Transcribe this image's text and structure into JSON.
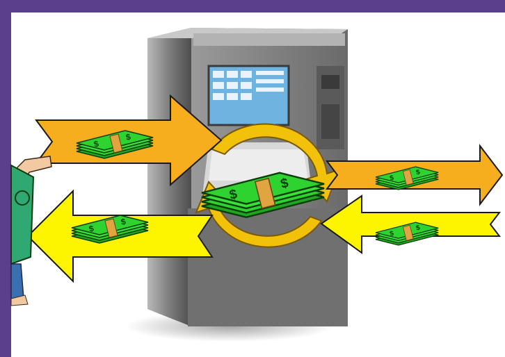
{
  "frame": {
    "color": "#5b3f8c"
  },
  "colors": {
    "arrow_orange": "#f6ae1e",
    "arrow_yellow": "#fdf500",
    "cycle_gold": "#f2c20a",
    "cash_green": "#2fd32f",
    "cash_band": "#e0a440",
    "atm_body": "#8c8c8c",
    "atm_screen": "#6fb4e0"
  },
  "icons": {
    "atm": "atm-machine-icon",
    "cash": "cash-stack-icon",
    "person": "person-with-cash-icon",
    "cycle": "circular-cycle-arrows-icon"
  },
  "arrows": [
    {
      "name": "deposit-arrow-in",
      "direction": "right",
      "fill": "orange"
    },
    {
      "name": "withdraw-arrow-out",
      "direction": "left",
      "fill": "yellow"
    },
    {
      "name": "outflow-arrow-right",
      "direction": "right",
      "fill": "orange"
    },
    {
      "name": "inflow-arrow-left",
      "direction": "left",
      "fill": "yellow"
    }
  ]
}
